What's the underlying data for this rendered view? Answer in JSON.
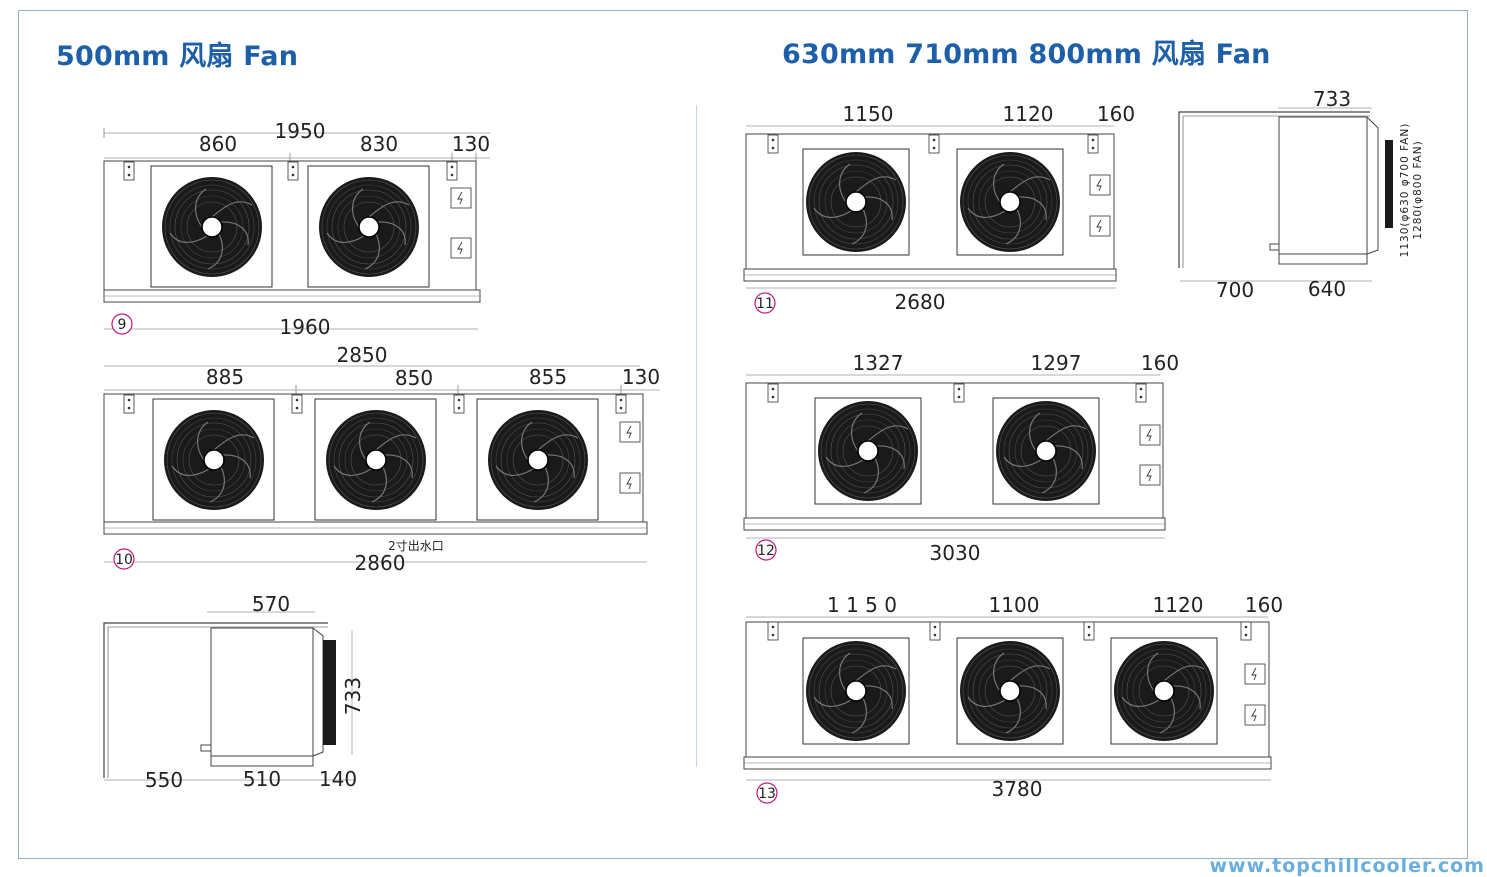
{
  "headings": {
    "left": "500mm 风扇 Fan",
    "right": "630mm  710mm  800mm  风扇 Fan"
  },
  "website": "www.topchillcooler.com",
  "drawings": [
    {
      "number": "9",
      "fans": 2,
      "top_dims": [
        "1950",
        "860",
        "830",
        "130"
      ],
      "bottom_dim": "1960"
    },
    {
      "number": "10",
      "fans": 3,
      "top_dims": [
        "2850",
        "885",
        "850",
        "855",
        "130"
      ],
      "note": "2寸出水口",
      "bottom_dim": "2860"
    },
    {
      "side_view": "500mm",
      "dims": [
        "570",
        "733",
        "550",
        "510",
        "140"
      ]
    },
    {
      "number": "11",
      "fans": 2,
      "top_dims": [
        "1150",
        "1120",
        "160"
      ],
      "bottom_dim": "2680"
    },
    {
      "side_view": "630-800mm",
      "dims": [
        "733",
        "700",
        "640"
      ],
      "height_notes": [
        "1130(φ630 φ700 FAN)",
        "1280(φ800 FAN)"
      ]
    },
    {
      "number": "12",
      "fans": 2,
      "top_dims": [
        "1327",
        "1297",
        "160"
      ],
      "bottom_dim": "3030"
    },
    {
      "number": "13",
      "fans": 3,
      "top_dims": [
        "1 1 5 0",
        "1100",
        "1120",
        "160"
      ],
      "bottom_dim": "3780"
    }
  ],
  "colors": {
    "heading": "#1d5fa8",
    "border": "#8fb3cc",
    "number_circle": "#c2187a",
    "website": "#6aaee0"
  }
}
